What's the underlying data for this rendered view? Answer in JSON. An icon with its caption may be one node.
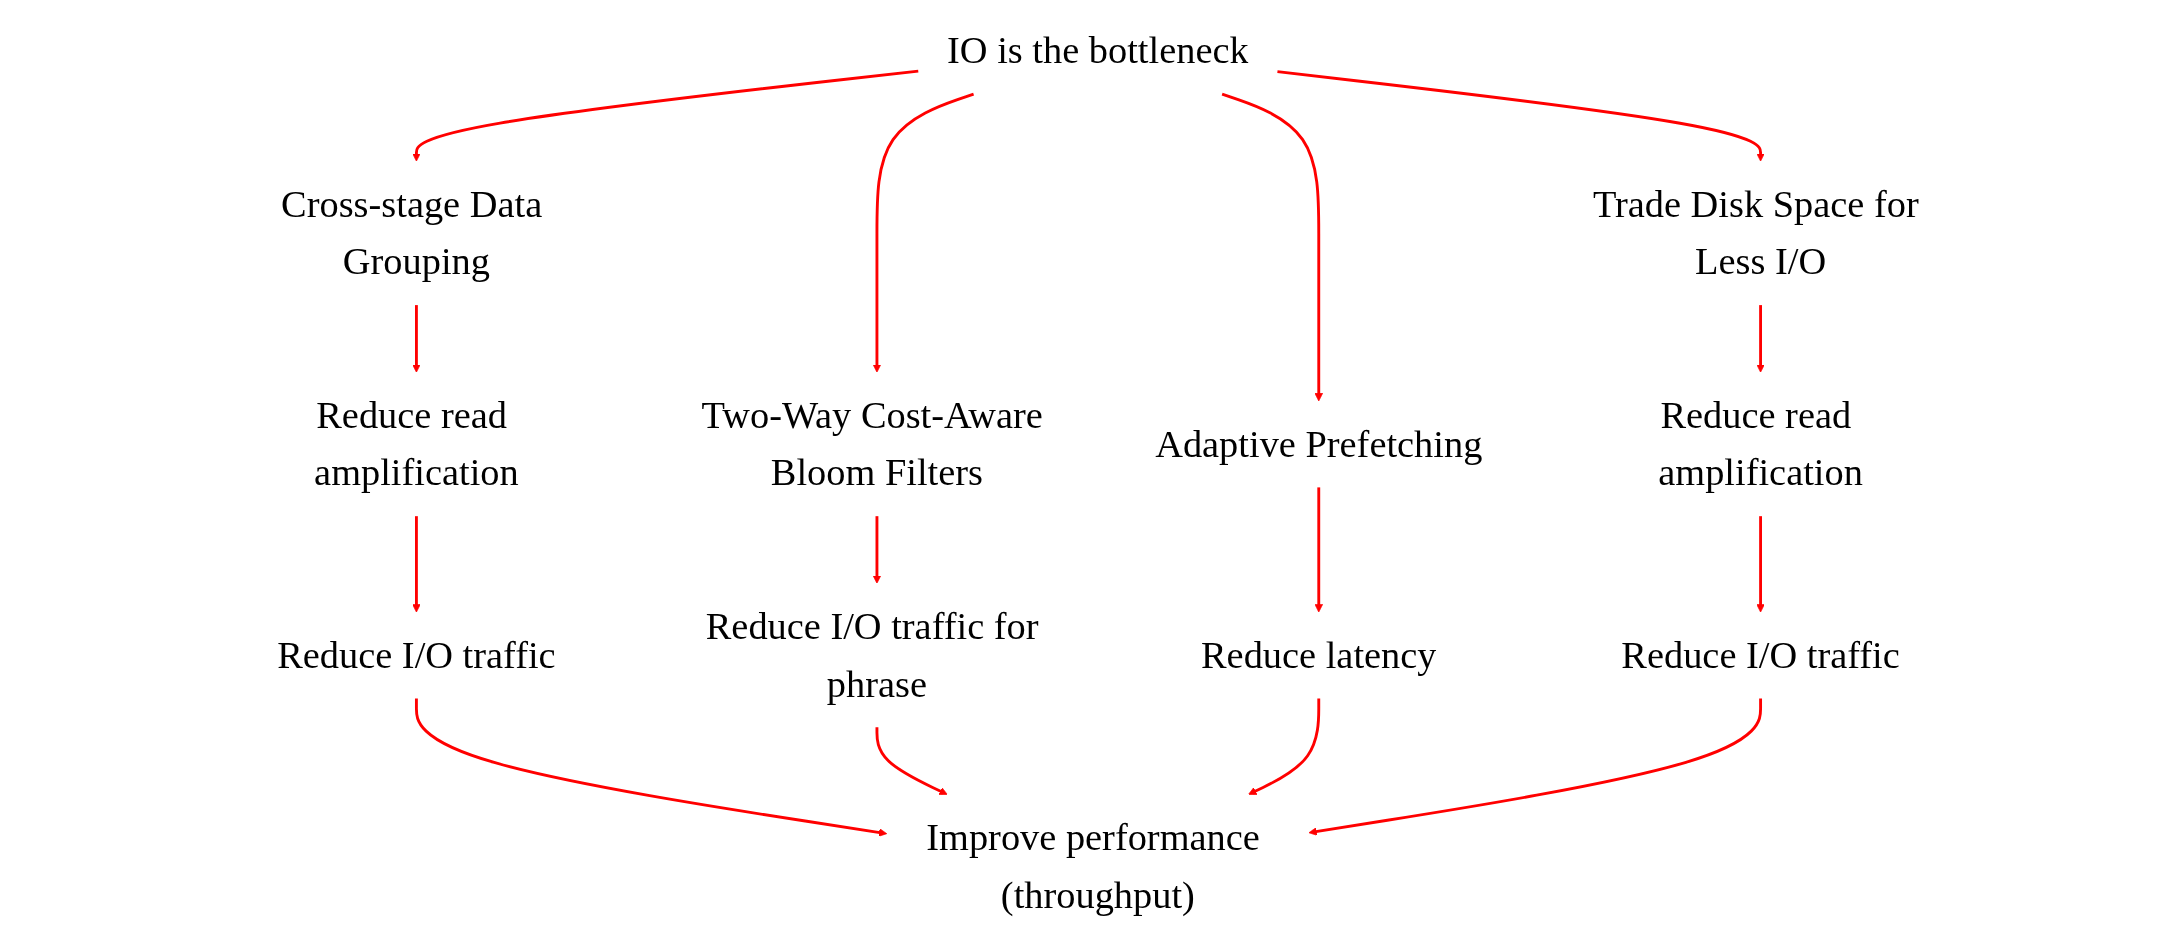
{
  "diagram": {
    "nodes": [
      {
        "text": [
          "IO is the bottleneck"
        ]
      },
      {
        "text": [
          "Cross-stage Data Grouping"
        ]
      },
      {
        "text": [
          "Two-Way Cost-Aware Bloom Filters"
        ]
      },
      {
        "text": [
          "Adaptive Prefetching"
        ]
      },
      {
        "text": [
          "Trade Disk Space for Less I/O"
        ]
      },
      {
        "text": [
          "Reduce read amplification"
        ]
      },
      {
        "text": [
          "Reduce I/O traffic"
        ]
      },
      {
        "text": [
          "Reduce I/O traffic for phrase"
        ]
      },
      {
        "text": [
          "Reduce latency"
        ]
      },
      {
        "text": [
          "Reduce read amplification"
        ]
      },
      {
        "text": [
          "Reduce I/O traffic"
        ]
      },
      {
        "text": [
          "Improve performance (throughput)"
        ]
      }
    ],
    "edges": [
      {
        "from": 0,
        "to": 1,
        "arrow": "to"
      },
      {
        "from": 0,
        "to": 2,
        "arrow": "to"
      },
      {
        "from": 0,
        "to": 3,
        "arrow": "to"
      },
      {
        "from": 0,
        "to": 4,
        "arrow": "to"
      },
      {
        "from": 1,
        "to": 5,
        "arrow": "to"
      },
      {
        "from": 5,
        "to": 6,
        "arrow": "to"
      },
      {
        "from": 2,
        "to": 7,
        "arrow": "to"
      },
      {
        "from": 3,
        "to": 8,
        "arrow": "to"
      },
      {
        "from": 4,
        "to": 9,
        "arrow": "to"
      },
      {
        "from": 9,
        "to": 10,
        "arrow": "to"
      },
      {
        "from": 6,
        "to": 11,
        "arrow": "to"
      },
      {
        "from": 7,
        "to": 11,
        "arrow": "to"
      },
      {
        "from": 8,
        "to": 11,
        "arrow": "to"
      },
      {
        "from": 10,
        "to": 11,
        "arrow": "to"
      }
    ]
  }
}
